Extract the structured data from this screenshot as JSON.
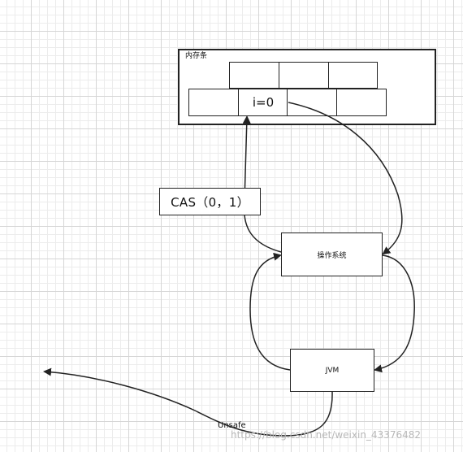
{
  "memory": {
    "label": "内存条",
    "top_row": [
      "",
      "",
      ""
    ],
    "bottom_row": [
      "",
      "i=0",
      "",
      ""
    ]
  },
  "cas": {
    "label": "CAS（0，1）"
  },
  "os": {
    "label": "操作系统"
  },
  "jvm": {
    "label": "JVM"
  },
  "unsafe": {
    "label": "Unsafe"
  },
  "watermark": "https://blog.csdn.net/weixin_43376482",
  "colors": {
    "stroke": "#222222",
    "grid_major": "#d6d6d6",
    "grid_minor": "#ececec",
    "watermark": "#b8b8b8"
  }
}
